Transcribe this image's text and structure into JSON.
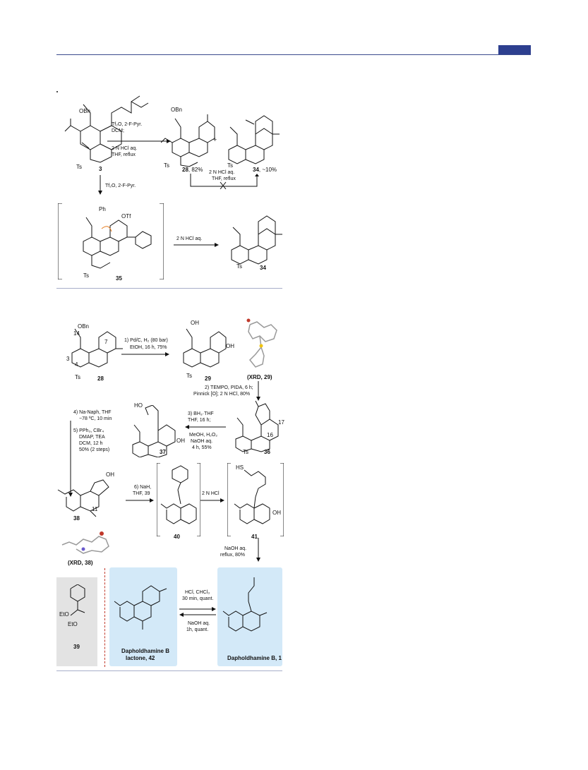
{
  "scheme_top": {
    "arrow1": {
      "line1": "Tf₂O, 2-F-Pyr.",
      "line2": "DCM;",
      "line3": "2 N HCl aq.",
      "line4": "THF, reflux"
    },
    "compound3": "3",
    "compound28": "28",
    "compound28_yield": ", 82%",
    "compound34": "34",
    "compound34_yield": ", ~10%",
    "plus": "+",
    "crossed_line1": "2 N HCl aq.",
    "crossed_line2": "THF, reflux",
    "down_arrow": "Tf₂O, 2-F-Pyr.",
    "compound35": "35",
    "otf": "OTf",
    "arrow2": "2 N HCl aq.",
    "compound34b": "34",
    "obn1": "OBn",
    "obn2": "OBn",
    "ts1": "Ts",
    "ts2": "Ts",
    "ts3": "Ts",
    "ts4": "Ts",
    "ts5": "Ts",
    "ph": "Ph"
  },
  "scheme_bottom": {
    "compound28": "28",
    "step1_line1": "1) Pd/C, H₂ (80 bar)",
    "step1_line2": "EtOH, 16 h, 75%",
    "compound29": "29",
    "xrd29": "(XRD, 29)",
    "step2_line1": "2) TEMPO, PIDA, 6 h;",
    "step2_line2": "Pinnick [O]; 2 N HCl, 80%",
    "compound36": "36",
    "step3_line1": "3) BH₃·THF",
    "step3_line2": "THF, 16 h;",
    "step3_line3": "MeOH, H₂O₂",
    "step3_line4": "NaOH aq.",
    "step3_line5": "4 h, 55%",
    "compound37": "37",
    "step4_line1": "4) Na-Naph, THF",
    "step4_line2": "−78 ºC, 10 min",
    "step5_line1": "5) PPh₃, CBr₄",
    "step5_line2": "DMAP, TEA",
    "step5_line3": "DCM, 12 h",
    "step5_line4": "50% (2 steps)",
    "compound38": "38",
    "xrd38": "(XRD, 38)",
    "step6_line1": "6) NaH,",
    "step6_line2": "THF, 39",
    "compound40": "40",
    "hcl": "2 N HCl",
    "compound41": "41",
    "naoh_line1": "NaOH aq.",
    "naoh_line2": "reflux, 80%",
    "compound39": "39",
    "product_lactone_line1": "Dapholdhamine B",
    "product_lactone_line2": "lactone, 42",
    "product_b": "Dapholdhamine B, 1",
    "eq_top_line1": "HCl, CHCl₃",
    "eq_top_line2": "30 min, quant.",
    "eq_bot_line1": "NaOH aq.",
    "eq_bot_line2": "1h, quant.",
    "oh1": "OH",
    "oh2": "OH",
    "ho1": "HO",
    "oh3": "OH",
    "oh4": "OH",
    "oh5": "OH",
    "hs": "HS",
    "eto1": "EtO",
    "eto2": "EtO",
    "c14": "14",
    "c3": "3",
    "c4": "4",
    "c7": "7",
    "c17": "17",
    "c16": "16",
    "c11": "11"
  },
  "colors": {
    "rule": "#3b4a8c",
    "badge": "#2d3f8f",
    "highlight": "#d3e9f8",
    "reagent_box": "#e3e3e3",
    "divider": "#c0392b"
  }
}
